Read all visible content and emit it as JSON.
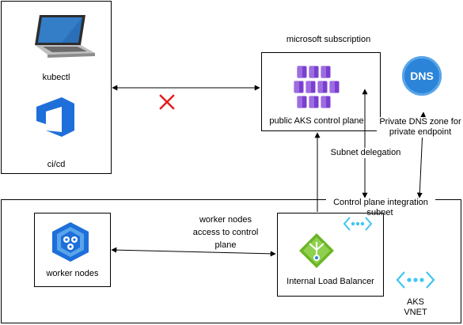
{
  "client": {
    "kubectl_label": "kubectl",
    "cicd_label": "ci/cd",
    "laptop_icon": "laptop-icon",
    "devops_icon": "azure-devops-icon"
  },
  "subscription": {
    "title": "microsoft subscription",
    "control_plane_label": "public AKS control plane",
    "control_plane_icon": "aks-cubes-icon"
  },
  "dns": {
    "icon_text": "DNS",
    "label_line1": "Private DNS zone for",
    "label_line2": "private endpoint"
  },
  "links": {
    "subnet_delegation": "Subnet delegation",
    "blocked_icon": "red-x-icon"
  },
  "vnet": {
    "label_line1": "AKS",
    "label_line2": "VNET",
    "integration_subnet_line1": "Control plane integration",
    "integration_subnet_line2": "subnet",
    "access_line1": "worker nodes",
    "access_line2": "access to control",
    "access_line3": "plane"
  },
  "workers": {
    "label": "worker nodes",
    "icon": "aks-worker-nodes-icon"
  },
  "lb": {
    "label": "Internal Load Balancer",
    "icon": "load-balancer-icon"
  },
  "colors": {
    "aks_purple": "#7b3fcf",
    "azure_blue": "#1e6fd9",
    "dns_blue": "#2b84d8",
    "lb_green": "#6bb527",
    "cross_red": "#e51c1c",
    "vnet_cyan": "#3fc6f0"
  }
}
